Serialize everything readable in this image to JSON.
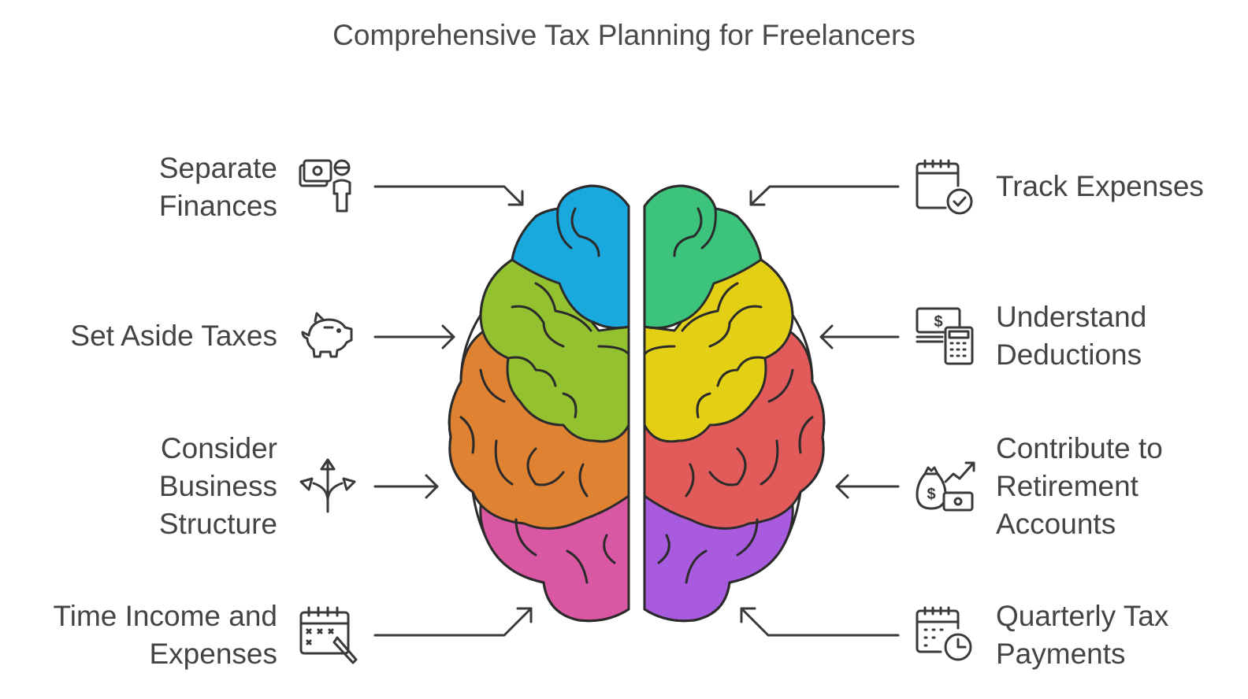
{
  "title": "Comprehensive Tax Planning for Freelancers",
  "left_items": [
    {
      "lines": [
        "Separate",
        "Finances"
      ],
      "icon": "money-person-icon"
    },
    {
      "lines": [
        "Set Aside Taxes"
      ],
      "icon": "piggy-bank-icon"
    },
    {
      "lines": [
        "Consider",
        "Business",
        "Structure"
      ],
      "icon": "split-arrows-icon"
    },
    {
      "lines": [
        "Time Income and",
        "Expenses"
      ],
      "icon": "calendar-pen-icon"
    }
  ],
  "right_items": [
    {
      "lines": [
        "Track Expenses"
      ],
      "icon": "calendar-check-icon"
    },
    {
      "lines": [
        "Understand",
        "Deductions"
      ],
      "icon": "money-calculator-icon"
    },
    {
      "lines": [
        "Contribute to",
        "Retirement",
        "Accounts"
      ],
      "icon": "money-bag-growth-icon"
    },
    {
      "lines": [
        "Quarterly Tax",
        "Payments"
      ],
      "icon": "calendar-clock-icon"
    }
  ],
  "colors": {
    "blue": "#1aa9df",
    "green_dark": "#3cc47c",
    "lime": "#93c12f",
    "yellow": "#e3d014",
    "orange": "#df8232",
    "red": "#e25b5a",
    "pink": "#da58a3",
    "purple": "#a95be0",
    "stroke": "#2b2b2b"
  }
}
